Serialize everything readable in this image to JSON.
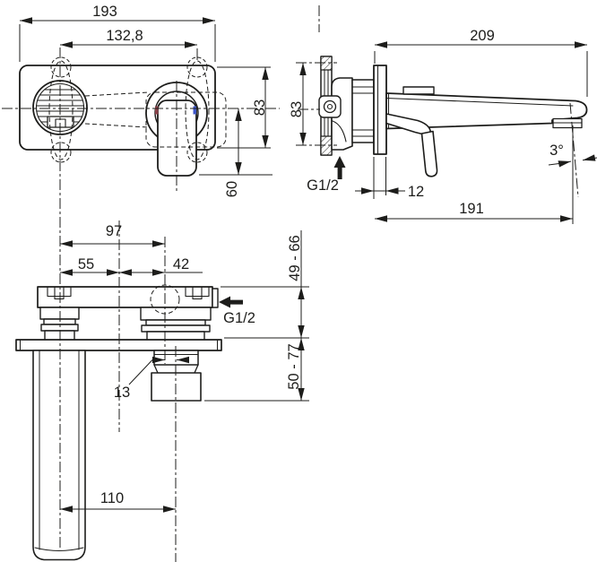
{
  "drawing": {
    "background_color": "#ffffff",
    "line_color": "#1d1d1b",
    "views": {
      "front": {
        "hot_marker_color": "#8a4149",
        "cold_marker_color": "#3f57c8",
        "dims": {
          "overall_width": "193",
          "fixing_centres": "132,8",
          "body_height": "83",
          "lever_drop": "60"
        }
      },
      "side": {
        "dims": {
          "overall_projection": "209",
          "body_height": "83",
          "connection_thread": "G1/2",
          "trim_depth": "12",
          "spout_projection": "191",
          "spout_angle": "3°"
        }
      },
      "rough_in": {
        "dims": {
          "spout_to_lever_centres": "97",
          "left_centres": "55",
          "right_centres": "42",
          "upper_depth_range": "49 - 66",
          "connection_thread": "G1/2",
          "lower_depth_range": "50 - 77",
          "outlet_offset": "13",
          "outlet_centres": "110"
        }
      }
    }
  }
}
